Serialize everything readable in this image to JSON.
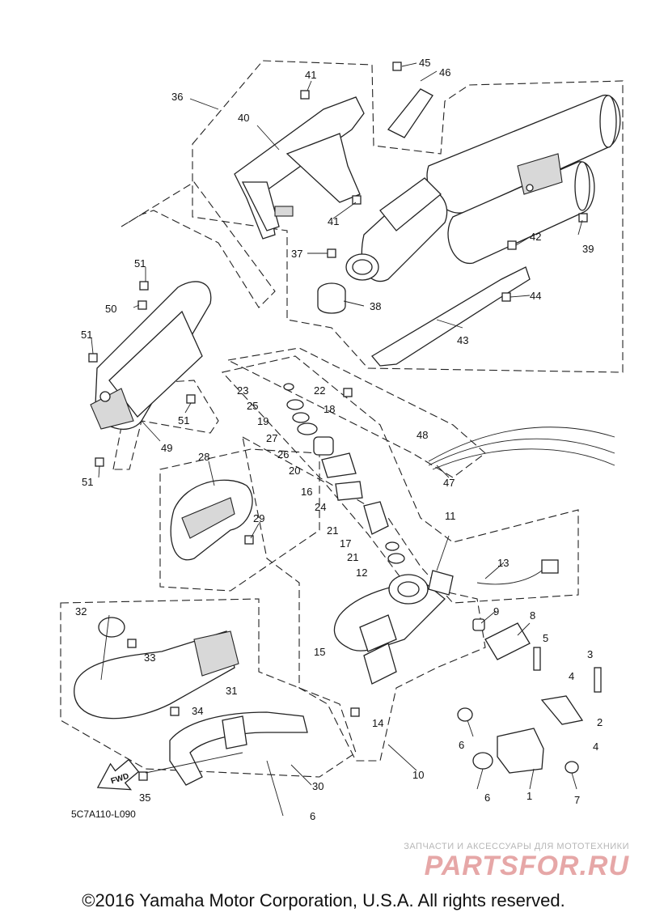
{
  "diagram": {
    "callouts": [
      "1",
      "2",
      "3",
      "4",
      "5",
      "6",
      "7",
      "8",
      "9",
      "10",
      "11",
      "12",
      "13",
      "14",
      "15",
      "16",
      "17",
      "18",
      "19",
      "20",
      "21",
      "22",
      "23",
      "24",
      "25",
      "26",
      "27",
      "28",
      "29",
      "30",
      "31",
      "32",
      "33",
      "34",
      "35",
      "36",
      "37",
      "38",
      "39",
      "40",
      "41",
      "42",
      "43",
      "44",
      "45",
      "46",
      "47",
      "48",
      "49",
      "50",
      "51"
    ],
    "reference_code": "5C7A110-L090",
    "direction_arrow_label": "FWD"
  },
  "watermark": {
    "tagline": "ЗАПЧАСТИ И АКСЕССУАРЫ ДЛЯ МОТОТЕХНИКИ",
    "brand": "PARTSFOR.RU"
  },
  "footer": {
    "copyright": "©2016 Yamaha Motor Corporation, U.S.A. All rights reserved."
  }
}
